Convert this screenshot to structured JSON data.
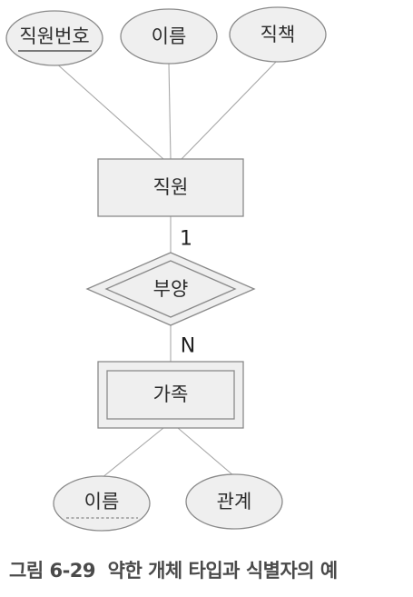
{
  "diagram": {
    "entities": {
      "employee": "직원",
      "family": "가족"
    },
    "relationship": "부양",
    "cardinality": {
      "one": "1",
      "many": "N"
    },
    "employee_attributes": {
      "employee_id": "직원번호",
      "name": "이름",
      "position": "직책"
    },
    "family_attributes": {
      "name": "이름",
      "relation": "관계"
    }
  },
  "caption": {
    "figure_number": "그림 6-29",
    "title": "약한 개체 타입과 식별자의 예"
  },
  "colors": {
    "shape_fill": "#efefef",
    "shape_stroke": "#8a8a8a",
    "caption_text": "#4a4a4a"
  }
}
